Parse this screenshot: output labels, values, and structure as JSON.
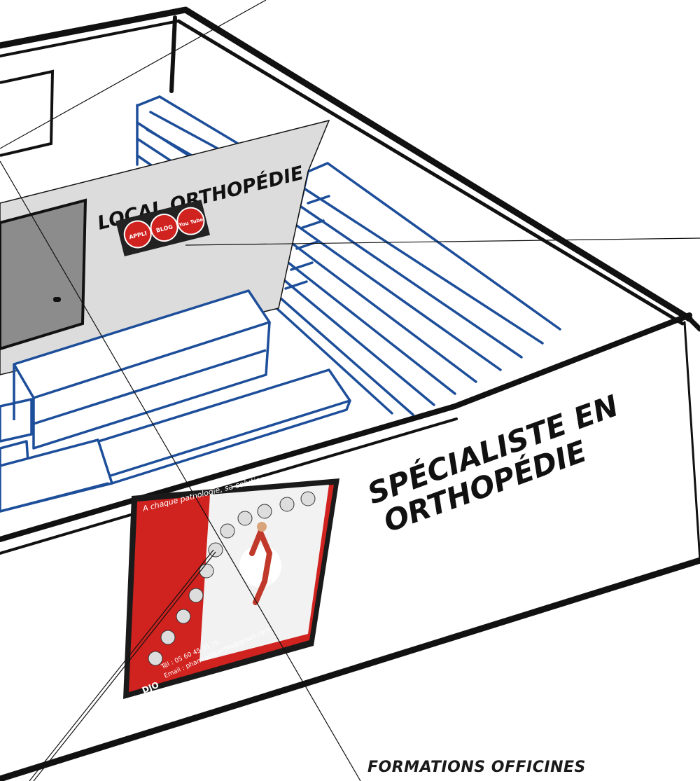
{
  "signs": {
    "local": "LOCAL ORTHOPÉDIE",
    "specialist_line1": "SPÉCIALISTE EN",
    "specialist_line2": "ORTHOPÉDIE"
  },
  "badges": [
    "APPLI",
    "BLOG",
    "You Tube"
  ],
  "poster": {
    "headline": "A chaque pathologie, sa solution...",
    "contact_line1": "Tél : 05 60 45 35 76",
    "contact_line2": "Email : pharmacie.ortho@gmail.com",
    "brand": "DJO"
  },
  "caption": "FORMATIONS OFFICINES",
  "colors": {
    "shelf_blue": "#1d4e9a",
    "wall_grey": "#dcdcdc",
    "door_grey": "#8c8c8c",
    "poster_red": "#d0221f",
    "outline": "#111111"
  }
}
